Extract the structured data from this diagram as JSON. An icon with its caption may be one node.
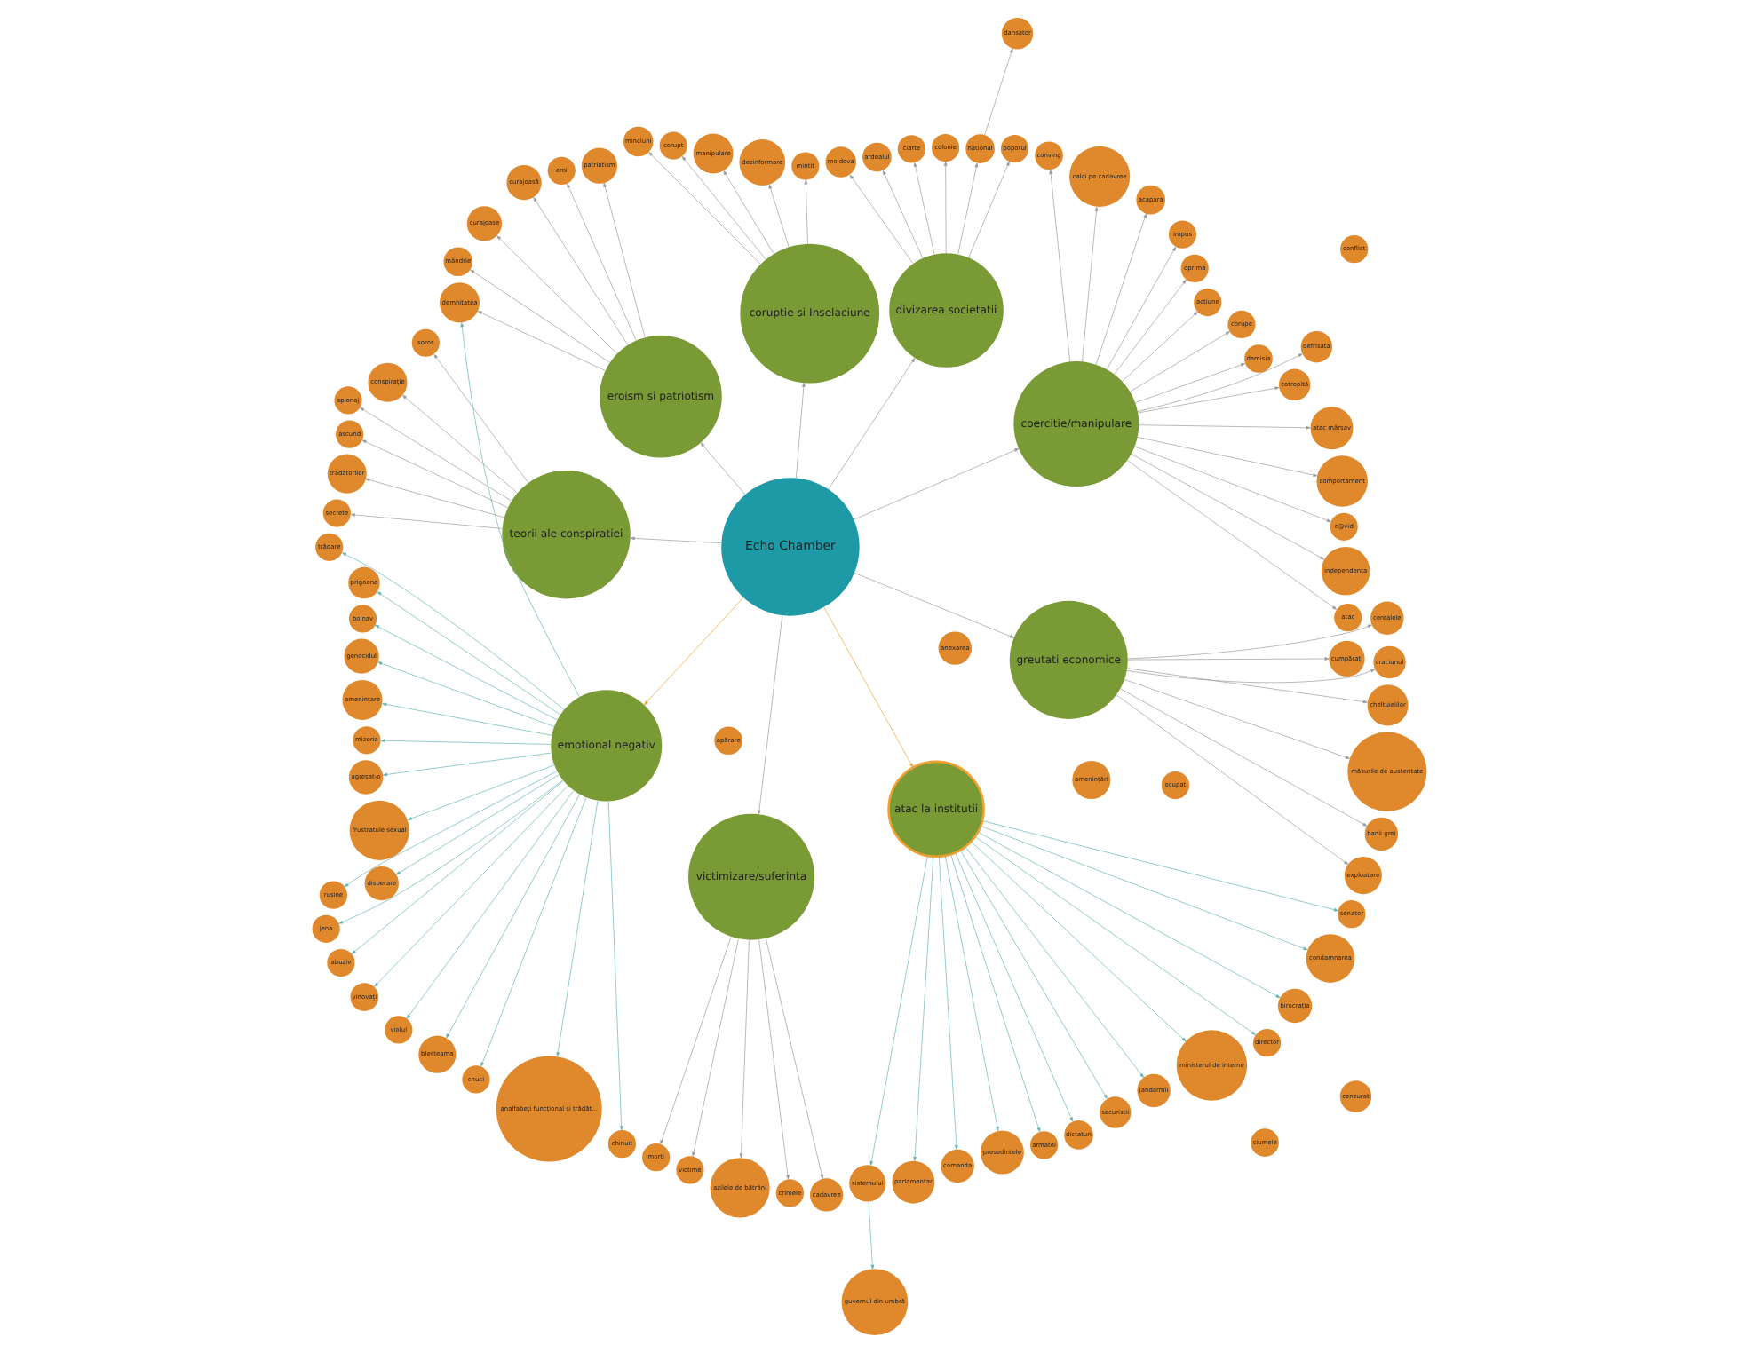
{
  "diagram": {
    "nodes": [
      {
        "text": [
          "Echo Chamber"
        ]
      },
      {
        "text": [
          "coercitie/manipulare"
        ]
      },
      {
        "text": [
          "atac"
        ]
      },
      {
        "text": [
          "independența"
        ]
      },
      {
        "text": [
          "c@vid"
        ]
      },
      {
        "text": [
          "comportament"
        ]
      },
      {
        "text": [
          "atac mârșav"
        ]
      },
      {
        "text": [
          "defrisata"
        ]
      },
      {
        "text": [
          "cotropită"
        ]
      },
      {
        "text": [
          "demisia"
        ]
      },
      {
        "text": [
          "corupe"
        ]
      },
      {
        "text": [
          "actiune"
        ]
      },
      {
        "text": [
          "anexarea"
        ]
      },
      {
        "text": [
          "oprima"
        ]
      },
      {
        "text": [
          "apărare"
        ]
      },
      {
        "text": [
          "impus"
        ]
      },
      {
        "text": [
          "ocupat"
        ]
      },
      {
        "text": [
          "acapara"
        ]
      },
      {
        "text": [
          "calci pe cadavree"
        ]
      },
      {
        "text": [
          "conving"
        ]
      },
      {
        "text": [
          "cenzurat"
        ]
      },
      {
        "text": [
          "divizarea societatii"
        ]
      },
      {
        "text": [
          "poporul"
        ]
      },
      {
        "text": [
          "dansator"
        ]
      },
      {
        "text": [
          "national"
        ]
      },
      {
        "text": [
          "colonie"
        ]
      },
      {
        "text": [
          "clarte"
        ]
      },
      {
        "text": [
          "ardealul"
        ]
      },
      {
        "text": [
          "moldova"
        ]
      },
      {
        "text": [
          "coruptie si Inselaciune"
        ]
      },
      {
        "text": [
          "mintit"
        ]
      },
      {
        "text": [
          "dezinformare"
        ]
      },
      {
        "text": [
          "manipulare"
        ]
      },
      {
        "text": [
          "corupt"
        ]
      },
      {
        "text": [
          "minciuni"
        ]
      },
      {
        "text": [
          "eroism si patriotism"
        ]
      },
      {
        "text": [
          "patriotism"
        ]
      },
      {
        "text": [
          "eroi"
        ]
      },
      {
        "text": [
          "curajoasă"
        ]
      },
      {
        "text": [
          "curajoase"
        ]
      },
      {
        "text": [
          "mândrie"
        ]
      },
      {
        "text": [
          "demnitatea"
        ]
      },
      {
        "text": [
          "teorii ale conspiratiei"
        ]
      },
      {
        "text": [
          "soros"
        ]
      },
      {
        "text": [
          "conspirație"
        ]
      },
      {
        "text": [
          "spionaj"
        ]
      },
      {
        "text": [
          "ascund"
        ]
      },
      {
        "text": [
          "trădătorilor"
        ]
      },
      {
        "text": [
          "secrete"
        ]
      },
      {
        "text": [
          "emotional negativ"
        ]
      },
      {
        "text": [
          "trădare"
        ]
      },
      {
        "text": [
          "prigoana"
        ]
      },
      {
        "text": [
          "bolnav"
        ]
      },
      {
        "text": [
          "genocidul"
        ]
      },
      {
        "text": [
          "amenintare"
        ]
      },
      {
        "text": [
          "mizeria"
        ]
      },
      {
        "text": [
          "amenințări"
        ]
      },
      {
        "text": [
          "agresat-o"
        ]
      },
      {
        "text": [
          "frustratule sexual"
        ]
      },
      {
        "text": [
          "conflict"
        ]
      },
      {
        "text": [
          "disperare"
        ]
      },
      {
        "text": [
          "ciumele"
        ]
      },
      {
        "text": [
          "rușine"
        ]
      },
      {
        "text": [
          "jena"
        ]
      },
      {
        "text": [
          "abuziv"
        ]
      },
      {
        "text": [
          "vinovați"
        ]
      },
      {
        "text": [
          "violul"
        ]
      },
      {
        "text": [
          "blesteama"
        ]
      },
      {
        "text": [
          "cnuci"
        ]
      },
      {
        "text": [
          "analfabeți funcțional și trădăt..."
        ]
      },
      {
        "text": [
          "chinuit"
        ]
      },
      {
        "text": [
          "victimizare/suferinta"
        ]
      },
      {
        "text": [
          "morti"
        ]
      },
      {
        "text": [
          "victime"
        ]
      },
      {
        "text": [
          "azilele de bătrâni"
        ]
      },
      {
        "text": [
          "crimele"
        ]
      },
      {
        "text": [
          "cadavree"
        ]
      },
      {
        "text": [
          "atac la institutii"
        ]
      },
      {
        "text": [
          "sistemului"
        ]
      },
      {
        "text": [
          "guvernul din umbră"
        ]
      },
      {
        "text": [
          "parlamentar"
        ]
      },
      {
        "text": [
          "comanda"
        ]
      },
      {
        "text": [
          "presedintele"
        ]
      },
      {
        "text": [
          "armatei"
        ]
      },
      {
        "text": [
          "dictaturi"
        ]
      },
      {
        "text": [
          "securistii"
        ]
      },
      {
        "text": [
          "jandarmii"
        ]
      },
      {
        "text": [
          "ministerul de interne"
        ]
      },
      {
        "text": [
          "director"
        ]
      },
      {
        "text": [
          "birocrația"
        ]
      },
      {
        "text": [
          "condamnarea"
        ]
      },
      {
        "text": [
          "senator"
        ]
      },
      {
        "text": [
          "greutati economice"
        ]
      },
      {
        "text": [
          "exploatare"
        ]
      },
      {
        "text": [
          "banii grei"
        ]
      },
      {
        "text": [
          "măsurile de austeritate"
        ]
      },
      {
        "text": [
          "cheltuielilor"
        ]
      },
      {
        "text": [
          "craciunul"
        ]
      },
      {
        "text": [
          "cerealele"
        ]
      },
      {
        "text": [
          "cumpărați"
        ]
      }
    ],
    "edges": [
      {
        "from": 0,
        "to": 1,
        "arrow": "to"
      },
      {
        "from": 0,
        "to": 21,
        "arrow": "to"
      },
      {
        "from": 0,
        "to": 29,
        "arrow": "to"
      },
      {
        "from": 0,
        "to": 35,
        "arrow": "to"
      },
      {
        "from": 0,
        "to": 42,
        "arrow": "to"
      },
      {
        "from": 0,
        "to": 49,
        "arrow": "to",
        "color": "#f0a030"
      },
      {
        "from": 0,
        "to": 71,
        "arrow": "to"
      },
      {
        "from": 0,
        "to": 77,
        "arrow": "to",
        "color": "#f0a030"
      },
      {
        "from": 0,
        "to": 92,
        "arrow": "to"
      },
      {
        "from": 1,
        "to": 2,
        "arrow": "to"
      },
      {
        "from": 1,
        "to": 3,
        "arrow": "to"
      },
      {
        "from": 1,
        "to": 4,
        "arrow": "to"
      },
      {
        "from": 1,
        "to": 5,
        "arrow": "to"
      },
      {
        "from": 1,
        "to": 6,
        "arrow": "to"
      },
      {
        "from": 1,
        "to": 7,
        "arrow": "to"
      },
      {
        "from": 1,
        "to": 8,
        "arrow": "to"
      },
      {
        "from": 1,
        "to": 9,
        "arrow": "to"
      },
      {
        "from": 1,
        "to": 10,
        "arrow": "to"
      },
      {
        "from": 1,
        "to": 11,
        "arrow": "to"
      },
      {
        "from": 1,
        "to": 13,
        "arrow": "to"
      },
      {
        "from": 1,
        "to": 15,
        "arrow": "to"
      },
      {
        "from": 1,
        "to": 17,
        "arrow": "to"
      },
      {
        "from": 1,
        "to": 18,
        "arrow": "to"
      },
      {
        "from": 1,
        "to": 19,
        "arrow": "to"
      },
      {
        "from": 21,
        "to": 22,
        "arrow": "to"
      },
      {
        "from": 21,
        "to": 24,
        "arrow": "to"
      },
      {
        "from": 24,
        "to": 23,
        "arrow": "to"
      },
      {
        "from": 21,
        "to": 25,
        "arrow": "to"
      },
      {
        "from": 21,
        "to": 26,
        "arrow": "to"
      },
      {
        "from": 21,
        "to": 27,
        "arrow": "to"
      },
      {
        "from": 21,
        "to": 28,
        "arrow": "to"
      },
      {
        "from": 29,
        "to": 30,
        "arrow": "to"
      },
      {
        "from": 29,
        "to": 31,
        "arrow": "to"
      },
      {
        "from": 29,
        "to": 32,
        "arrow": "to"
      },
      {
        "from": 29,
        "to": 33,
        "arrow": "to"
      },
      {
        "from": 29,
        "to": 34,
        "arrow": "to"
      },
      {
        "from": 35,
        "to": 36,
        "arrow": "to"
      },
      {
        "from": 35,
        "to": 37,
        "arrow": "to"
      },
      {
        "from": 35,
        "to": 38,
        "arrow": "to"
      },
      {
        "from": 35,
        "to": 39,
        "arrow": "to"
      },
      {
        "from": 35,
        "to": 40,
        "arrow": "to"
      },
      {
        "from": 35,
        "to": 41,
        "arrow": "to"
      },
      {
        "from": 42,
        "to": 43,
        "arrow": "to"
      },
      {
        "from": 42,
        "to": 44,
        "arrow": "to"
      },
      {
        "from": 42,
        "to": 45,
        "arrow": "to"
      },
      {
        "from": 42,
        "to": 46,
        "arrow": "to"
      },
      {
        "from": 42,
        "to": 47,
        "arrow": "to"
      },
      {
        "from": 42,
        "to": 48,
        "arrow": "to"
      },
      {
        "from": 49,
        "to": 41,
        "arrow": "to",
        "color": "#66b2b2"
      },
      {
        "from": 49,
        "to": 50,
        "arrow": "to",
        "color": "#66b2b2"
      },
      {
        "from": 49,
        "to": 51,
        "arrow": "to",
        "color": "#66b2b2"
      },
      {
        "from": 49,
        "to": 52,
        "arrow": "to",
        "color": "#66b2b2"
      },
      {
        "from": 49,
        "to": 53,
        "arrow": "to",
        "color": "#66b2b2"
      },
      {
        "from": 49,
        "to": 54,
        "arrow": "to",
        "color": "#66b2b2"
      },
      {
        "from": 49,
        "to": 55,
        "arrow": "to",
        "color": "#66b2b2"
      },
      {
        "from": 49,
        "to": 57,
        "arrow": "to",
        "color": "#66b2b2"
      },
      {
        "from": 49,
        "to": 58,
        "arrow": "to",
        "color": "#66b2b2"
      },
      {
        "from": 49,
        "to": 60,
        "arrow": "to",
        "color": "#66b2b2"
      },
      {
        "from": 49,
        "to": 62,
        "arrow": "to",
        "color": "#66b2b2"
      },
      {
        "from": 49,
        "to": 63,
        "arrow": "to",
        "color": "#66b2b2"
      },
      {
        "from": 49,
        "to": 64,
        "arrow": "to",
        "color": "#66b2b2"
      },
      {
        "from": 49,
        "to": 65,
        "arrow": "to",
        "color": "#66b2b2"
      },
      {
        "from": 49,
        "to": 66,
        "arrow": "to",
        "color": "#66b2b2"
      },
      {
        "from": 49,
        "to": 67,
        "arrow": "to",
        "color": "#66b2b2"
      },
      {
        "from": 49,
        "to": 68,
        "arrow": "to",
        "color": "#66b2b2"
      },
      {
        "from": 49,
        "to": 69,
        "arrow": "to",
        "color": "#66b2b2"
      },
      {
        "from": 49,
        "to": 70,
        "arrow": "to",
        "color": "#66b2b2"
      },
      {
        "from": 71,
        "to": 72,
        "arrow": "to"
      },
      {
        "from": 71,
        "to": 73,
        "arrow": "to"
      },
      {
        "from": 71,
        "to": 74,
        "arrow": "to"
      },
      {
        "from": 71,
        "to": 75,
        "arrow": "to"
      },
      {
        "from": 71,
        "to": 76,
        "arrow": "to"
      },
      {
        "from": 77,
        "to": 78,
        "arrow": "to",
        "color": "#66b2b2"
      },
      {
        "from": 78,
        "to": 79,
        "arrow": "to",
        "color": "#66b2b2"
      },
      {
        "from": 77,
        "to": 80,
        "arrow": "to",
        "color": "#66b2b2"
      },
      {
        "from": 77,
        "to": 81,
        "arrow": "to",
        "color": "#66b2b2"
      },
      {
        "from": 77,
        "to": 82,
        "arrow": "to",
        "color": "#66b2b2"
      },
      {
        "from": 77,
        "to": 83,
        "arrow": "to",
        "color": "#66b2b2"
      },
      {
        "from": 77,
        "to": 84,
        "arrow": "to",
        "color": "#66b2b2"
      },
      {
        "from": 77,
        "to": 85,
        "arrow": "to",
        "color": "#66b2b2"
      },
      {
        "from": 77,
        "to": 86,
        "arrow": "to",
        "color": "#66b2b2"
      },
      {
        "from": 77,
        "to": 87,
        "arrow": "to",
        "color": "#66b2b2"
      },
      {
        "from": 77,
        "to": 88,
        "arrow": "to",
        "color": "#66b2b2"
      },
      {
        "from": 77,
        "to": 89,
        "arrow": "to",
        "color": "#66b2b2"
      },
      {
        "from": 77,
        "to": 90,
        "arrow": "to",
        "color": "#66b2b2"
      },
      {
        "from": 77,
        "to": 91,
        "arrow": "to",
        "color": "#66b2b2"
      },
      {
        "from": 92,
        "to": 93,
        "arrow": "to"
      },
      {
        "from": 92,
        "to": 94,
        "arrow": "to"
      },
      {
        "from": 92,
        "to": 95,
        "arrow": "to"
      },
      {
        "from": 92,
        "to": 96,
        "arrow": "to"
      },
      {
        "from": 92,
        "to": 97,
        "arrow": "to"
      },
      {
        "from": 92,
        "to": 98,
        "arrow": "to"
      },
      {
        "from": 92,
        "to": 99,
        "arrow": "to"
      }
    ]
  }
}
